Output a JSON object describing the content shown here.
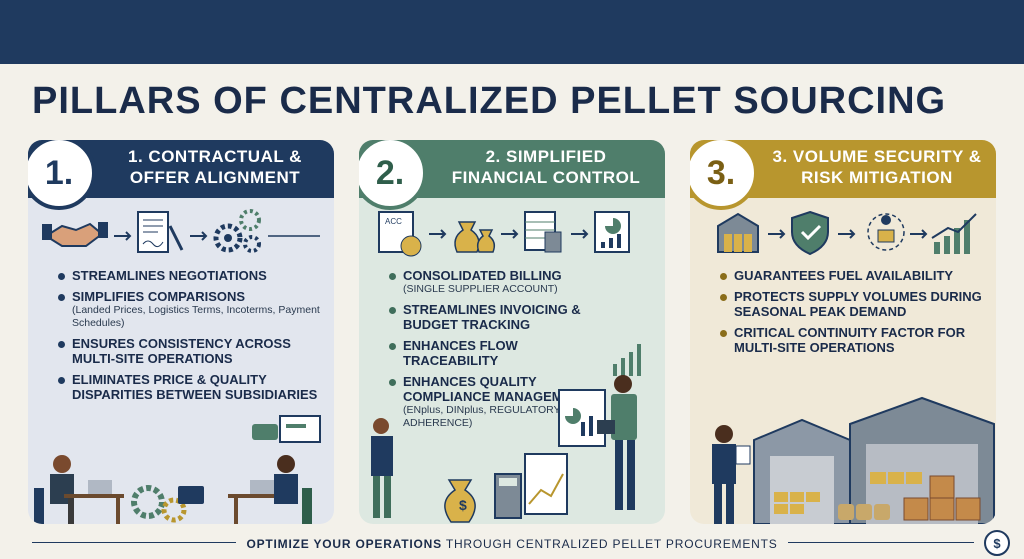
{
  "title": "PILLARS OF CENTRALIZED PELLET SOURCING",
  "pillars": [
    {
      "number": "1.",
      "heading": "1. CONTRACTUAL & OFFER ALIGNMENT",
      "bullets": [
        {
          "main": "STREAMLINES NEGOTIATIONS",
          "sub": ""
        },
        {
          "main": "SIMPLIFIES COMPARISONS",
          "sub": "(Landed Prices, Logistics Terms, Incoterms, Payment Schedules)"
        },
        {
          "main": "ENSURES CONSISTENCY ACROSS MULTI-SITE OPERATIONS",
          "sub": ""
        },
        {
          "main": "ELIMINATES PRICE & QUALITY DISPARITIES BETWEEN SUBSIDIARIES",
          "sub": ""
        }
      ]
    },
    {
      "number": "2.",
      "heading": "2. SIMPLIFIED FINANCIAL CONTROL",
      "icon_text": "ACC",
      "bullets": [
        {
          "main": "CONSOLIDATED BILLING",
          "sub": "(SINGLE SUPPLIER ACCOUNT)"
        },
        {
          "main": "STREAMLINES INVOICING & BUDGET TRACKING",
          "sub": ""
        },
        {
          "main": "ENHANCES FLOW TRACEABILITY",
          "sub": ""
        },
        {
          "main": "ENHANCES QUALITY COMPLIANCE MANAGEMENT",
          "sub": "(ENplus, DINplus, REGULATORY ADHERENCE)"
        }
      ]
    },
    {
      "number": "3.",
      "heading": "3. VOLUME SECURITY & RISK MITIGATION",
      "bullets": [
        {
          "main": "GUARANTEES FUEL AVAILABILITY",
          "sub": ""
        },
        {
          "main": "PROTECTS SUPPLY VOLUMES DURING SEASONAL PEAK DEMAND",
          "sub": ""
        },
        {
          "main": "CRITICAL CONTINUITY FACTOR FOR MULTI-SITE OPERATIONS",
          "sub": ""
        }
      ]
    }
  ],
  "footer": {
    "bold": "OPTIMIZE YOUR OPERATIONS",
    "rest": " THROUGH CENTRALIZED PELLET PROCUREMENTS"
  },
  "colors": {
    "navy": "#1f3a5f",
    "green": "#4f7e6b",
    "gold": "#b8962e"
  }
}
